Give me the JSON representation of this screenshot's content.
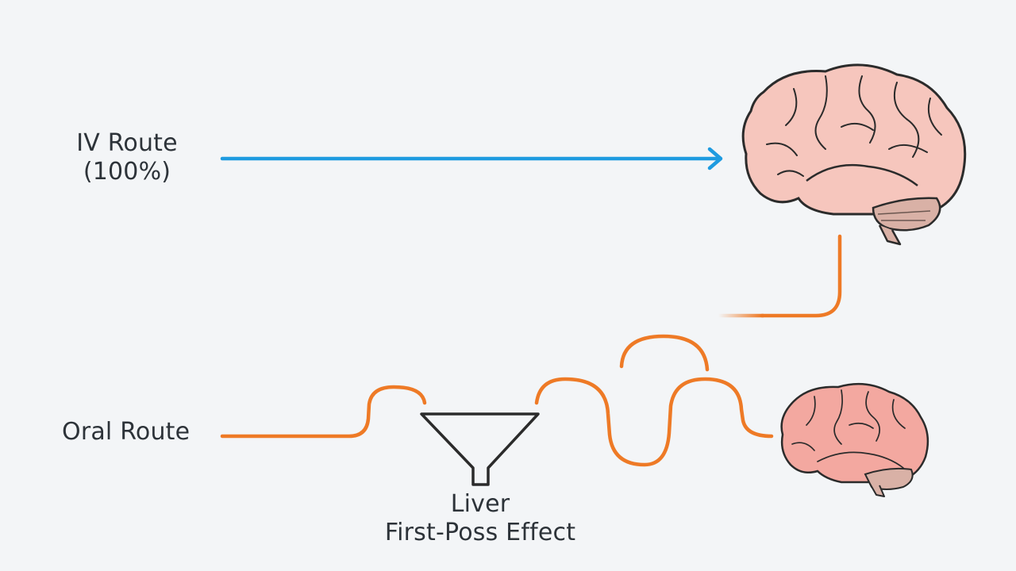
{
  "iv": {
    "line1": "IV Route",
    "line2": "(100%)"
  },
  "oral": {
    "label": "Oral Route"
  },
  "liver": {
    "line1": "Liver",
    "line2": "First-Poss Effect"
  },
  "icons": {
    "brain_large": "brain-icon",
    "brain_small": "brain-icon",
    "funnel": "funnel-icon"
  },
  "colors": {
    "background": "#f3f5f7",
    "iv_arrow": "#1e9be0",
    "oral_path": "#ee7a26",
    "brain_fill": "#f6c6bd",
    "outline": "#2b2b2b",
    "text": "#2d3339"
  }
}
